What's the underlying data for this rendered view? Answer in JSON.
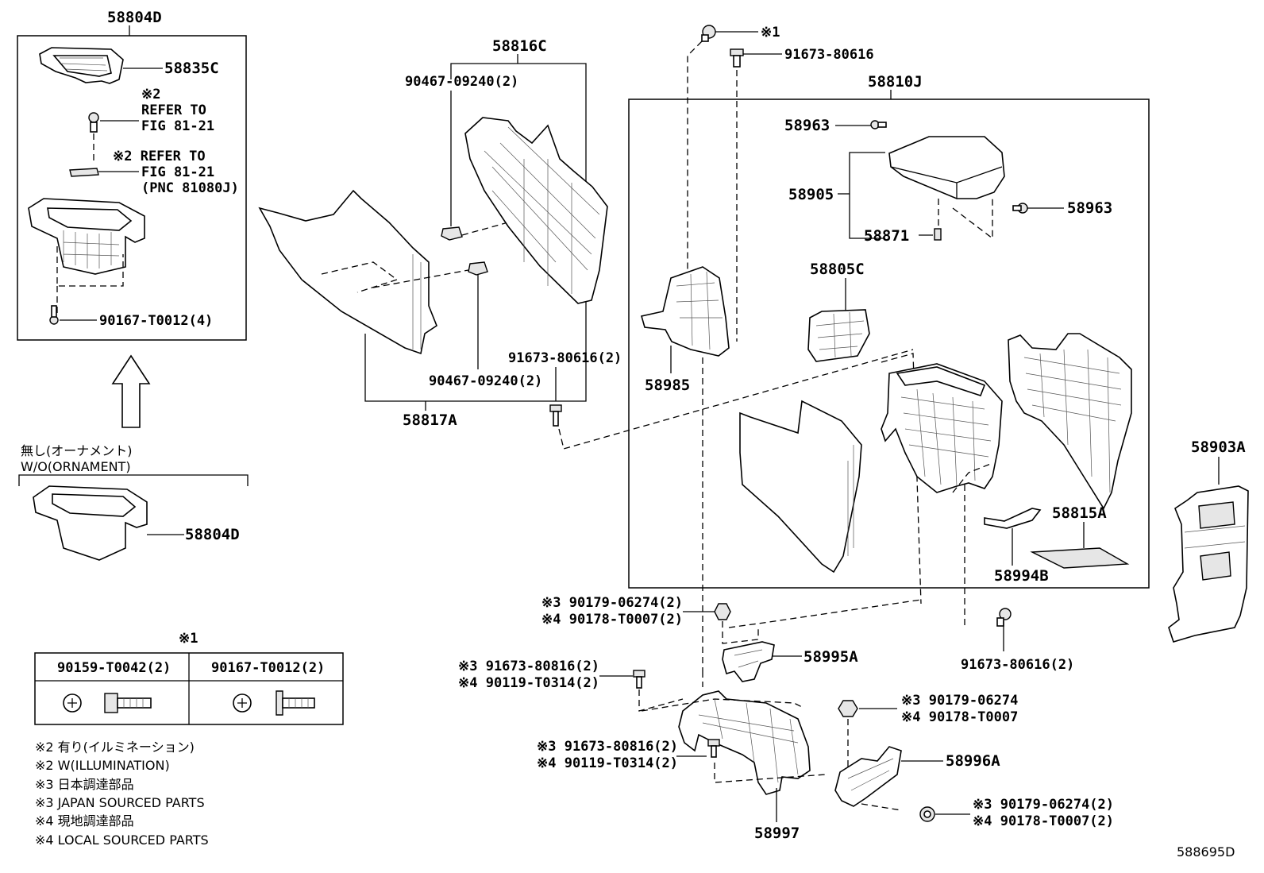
{
  "labels": {
    "p58804D_top": "58804D",
    "p58835C": "58835C",
    "ref1_mark": "※2",
    "ref1_line1": "REFER TO",
    "ref1_line2": "FIG 81-21",
    "ref2_line1": "※2 REFER TO",
    "ref2_line2": "FIG 81-21",
    "ref2_line3": "(PNC 81080J)",
    "p90167_inbox": "90167-T0012(4)",
    "p58816C": "58816C",
    "p90467_top": "90467-09240(2)",
    "p90467_bot": "90467-09240(2)",
    "p58817A": "58817A",
    "mark1_top": "※1",
    "p91673_top": "91673-80616",
    "p91673_left": "91673-80616(2)",
    "p58985": "58985",
    "p58810J": "58810J",
    "p58963_a": "58963",
    "p58963_b": "58963",
    "p58905": "58905",
    "p58871": "58871",
    "p58805C": "58805C",
    "p58903A": "58903A",
    "p58815A": "58815A",
    "p58994B": "58994B",
    "p91673_right": "91673-80616(2)",
    "wo_jp": "無し(オーナメント)",
    "wo_en": "W/O(ORNAMENT)",
    "p58804D_bot": "58804D",
    "q1a": "※3 90179-06274(2)",
    "q1b": "※4 90178-T0007(2)",
    "p58995A": "58995A",
    "q2a": "※3 91673-80816(2)",
    "q2b": "※4 90119-T0314(2)",
    "q3a": "※3 90179-06274",
    "q3b": "※4 90178-T0007",
    "q4a": "※3 91673-80816(2)",
    "q4b": "※4 90119-T0314(2)",
    "p58996A": "58996A",
    "p58997": "58997",
    "q5a": "※3 90179-06274(2)",
    "q5b": "※4 90178-T0007(2)",
    "diagram_id": "588695D"
  },
  "table": {
    "mark": "※1",
    "col1": "90159-T0042(2)",
    "col2": "90167-T0012(2)"
  },
  "notes": [
    "※2 有り(イルミネーション)",
    "※2 W(ILLUMINATION)",
    "※3 日本調達部品",
    "※3 JAPAN SOURCED PARTS",
    "※4 現地調達部品",
    "※4 LOCAL SOURCED PARTS"
  ]
}
